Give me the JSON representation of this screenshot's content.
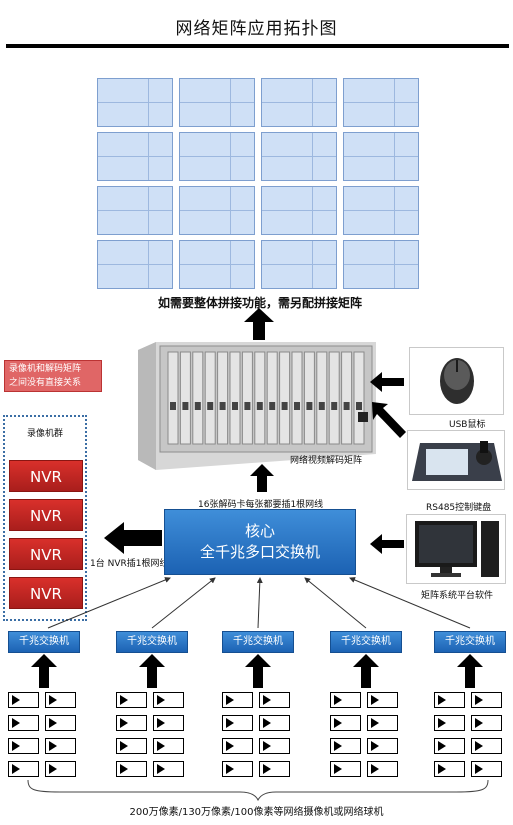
{
  "title": "网络矩阵应用拓扑图",
  "wall_caption": "如需要整体拼接功能，需另配拼接矩阵",
  "matrix_label": "网络视频解码矩阵",
  "decoder_note": "16张解码卡每张都要插1根网线",
  "note": {
    "line1": "录像机和解码矩阵",
    "line2": "之间没有直接关系"
  },
  "nvr_group": {
    "label": "录像机群",
    "items": [
      "NVR",
      "NVR",
      "NVR",
      "NVR"
    ]
  },
  "nvr_link_label": "1台 NVR插1根网线",
  "core": {
    "line1": "核心",
    "line2": "全千兆多口交换机"
  },
  "peripherals": {
    "mouse": "USB鼠标",
    "keyboard": "RS485控制键盘",
    "software": "矩阵系统平台软件"
  },
  "access_switches": [
    "千兆交换机",
    "千兆交换机",
    "千兆交换机",
    "千兆交换机",
    "千兆交换机"
  ],
  "bottom_caption": "200万像素/130万像素/100像素等网络摄像机或网络球机",
  "colors": {
    "nvr": "#c62826",
    "switch": "#2a74c6",
    "note": "#e06666",
    "panel": "#cfe0f6"
  }
}
